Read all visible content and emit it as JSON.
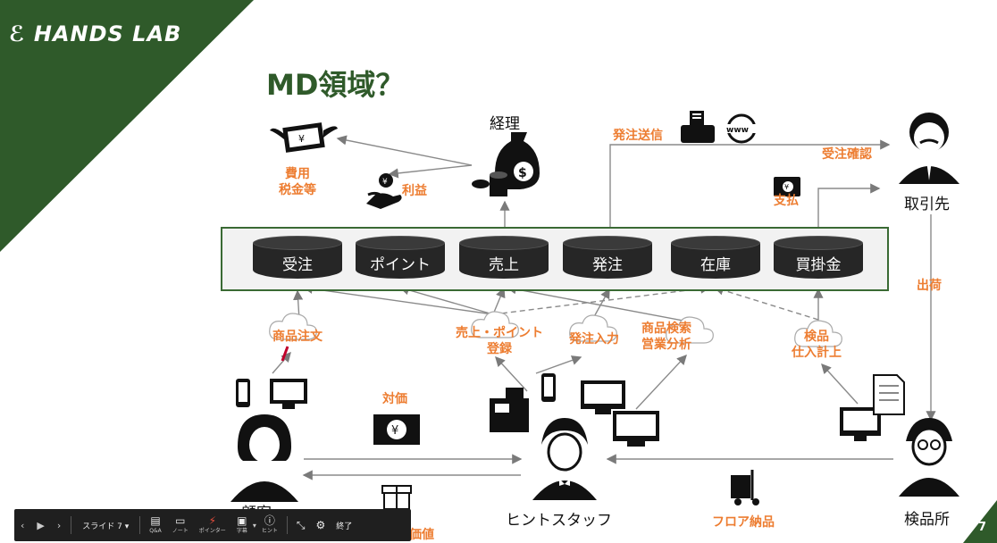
{
  "logo": {
    "text": "HANDS LAB"
  },
  "title": "MD領域？",
  "databases": [
    {
      "label": "受注"
    },
    {
      "label": "ポイント"
    },
    {
      "label": "売上"
    },
    {
      "label": "発注"
    },
    {
      "label": "在庫"
    },
    {
      "label": "買掛金"
    }
  ],
  "actors": {
    "keiri": "経理",
    "torihikisaki": "取引先",
    "customer": "顧客",
    "staff": "ヒントスタッフ",
    "kenpinjo": "検品所"
  },
  "labels": {
    "hiyou": "費用\n税金等",
    "rieki": "利益",
    "hacchu_soushin": "発注送信",
    "juchu_kakunin": "受注確認",
    "shiharai": "支払",
    "shukka": "出荷",
    "shohin_chumon": "商品注文",
    "uriage_point": "売上・ポイント\n登録",
    "hacchu_nyuryoku": "発注入力",
    "shohin_kensaku": "商品検索\n営業分析",
    "kenpin_shiire": "検品\n仕入計上",
    "taika": "対価",
    "fuka_kachi": "付加価値",
    "floor_nouhin": "フロア納品"
  },
  "page_number": "7",
  "toolbar": {
    "slide_label": "スライド 7",
    "qa": "Q&A",
    "note": "ノート",
    "pointer": "ポインター",
    "caption": "字幕",
    "hint": "ヒント",
    "end": "終了"
  },
  "colors": {
    "brand_green": "#2f5a2a",
    "accent_orange": "#ed7d31",
    "db_dark": "#262626"
  }
}
